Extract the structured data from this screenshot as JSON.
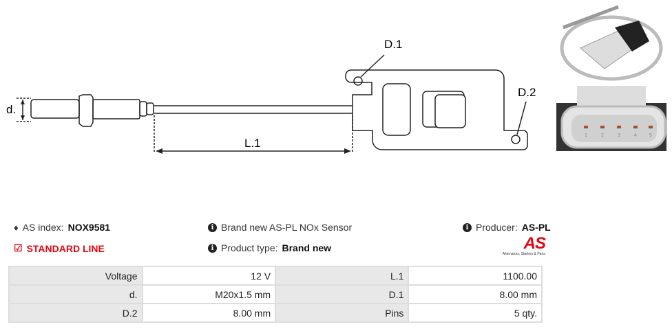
{
  "drawing": {
    "label_d": "d.",
    "label_l1": "L.1",
    "label_d1": "D.1",
    "label_d2": "D.2"
  },
  "info": {
    "index_label": "AS index:",
    "index_value": "NOX9581",
    "standard_line": "STANDARD LINE",
    "description": "Brand new AS-PL NOx Sensor",
    "product_type_label": "Product type:",
    "product_type_value": "Brand new",
    "producer_label": "Producer:",
    "producer_value": "AS-PL",
    "logo_text": "AS",
    "logo_tagline": "Alternators, Starters & Parts"
  },
  "specs": [
    [
      {
        "k": "Voltage",
        "v": "12 V"
      },
      {
        "k": "L.1",
        "v": "1100.00"
      }
    ],
    [
      {
        "k": "d.",
        "v": "M20x1.5 mm"
      },
      {
        "k": "D.1",
        "v": "8.00 mm"
      }
    ],
    [
      {
        "k": "D.2",
        "v": "8.00 mm"
      },
      {
        "k": "Pins",
        "v": "5 qty."
      }
    ]
  ],
  "colors": {
    "accent": "#e30613",
    "header_cell": "#e8e8e8"
  },
  "photo": {
    "pin_numbers": [
      "1",
      "2",
      "3",
      "4",
      "5"
    ]
  }
}
